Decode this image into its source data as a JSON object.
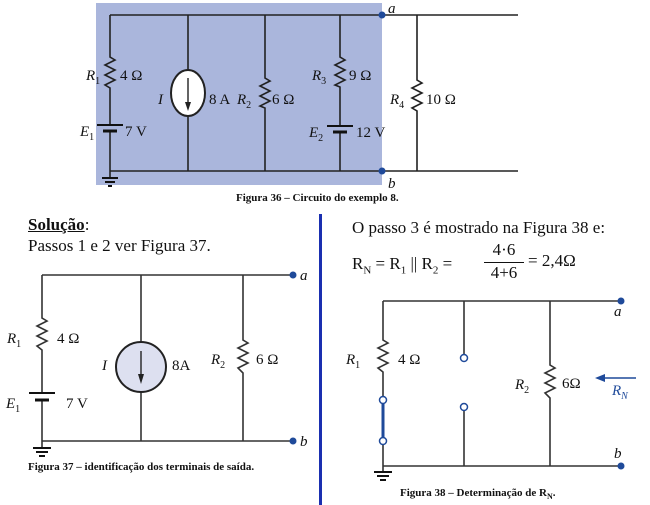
{
  "figure36": {
    "caption": "Figura 36 – Circuito do exemplo 8.",
    "R1": "R",
    "R1_sub": "1",
    "R1_val": "4 Ω",
    "E1": "E",
    "E1_sub": "1",
    "E1_val": "7 V",
    "I": "I",
    "I_val": "8 A",
    "R2": "R",
    "R2_sub": "2",
    "R2_val": "6 Ω",
    "R3": "R",
    "R3_sub": "3",
    "R3_val": "9 Ω",
    "E2": "E",
    "E2_sub": "2",
    "E2_val": "12 V",
    "R4": "R",
    "R4_sub": "4",
    "R4_val": "10 Ω",
    "node_a": "a",
    "node_b": "b",
    "highlight_color": "#aab6dc"
  },
  "solution": {
    "heading": "Solução",
    "heading_colon": ":",
    "steps_text": "Passos 1 e 2 ver Figura 37."
  },
  "figure37": {
    "caption": "Figura 37 – identificação dos terminais de saída.",
    "R1": "R",
    "R1_sub": "1",
    "R1_val": "4 Ω",
    "E1": "E",
    "E1_sub": "1",
    "E1_val": "7 V",
    "I": "I",
    "I_val": "8A",
    "R2": "R",
    "R2_sub": "2",
    "R2_val": "6 Ω",
    "node_a": "a",
    "node_b": "b"
  },
  "step3": {
    "text": "O passo 3 é mostrado na Figura 38 e:",
    "formula": {
      "lhs": "R",
      "lhs_sub": "N",
      "eq1": "= R",
      "r1_sub": "1",
      "par": " || R",
      "r2_sub": "2",
      "eq2": " =",
      "numerator": "4·6",
      "denominator": "4+6",
      "result": "= 2,4Ω"
    }
  },
  "figure38": {
    "caption": "Figura 38 – Determinação de R",
    "caption_sub": "N",
    "caption_end": ".",
    "R1": "R",
    "R1_sub": "1",
    "R1_val": "4 Ω",
    "R2": "R",
    "R2_sub": "2",
    "R2_val": "6Ω",
    "RN": "R",
    "RN_sub": "N",
    "node_a": "a",
    "node_b": "b",
    "accent_color": "#1f4a9a"
  }
}
